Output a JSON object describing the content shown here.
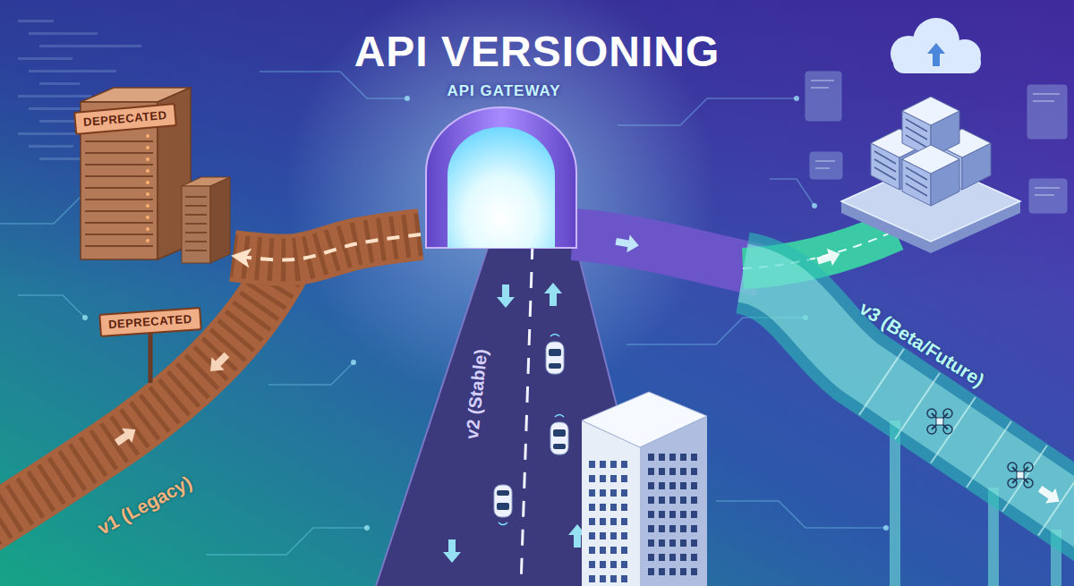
{
  "diagram": {
    "title": "API VERSIONING",
    "nodes": [
      {
        "text": [
          "DEPRECATED"
        ]
      },
      {
        "text": [
          "API GATEWAY"
        ]
      }
    ],
    "edges": [
      {
        "from": 1,
        "to": 0,
        "arrow": "to"
      }
    ],
    "labels": [
      "DEPRECATED",
      "v1 (Legacy)",
      "v2 (Stable)",
      "v3 (Beta/Future)"
    ]
  }
}
